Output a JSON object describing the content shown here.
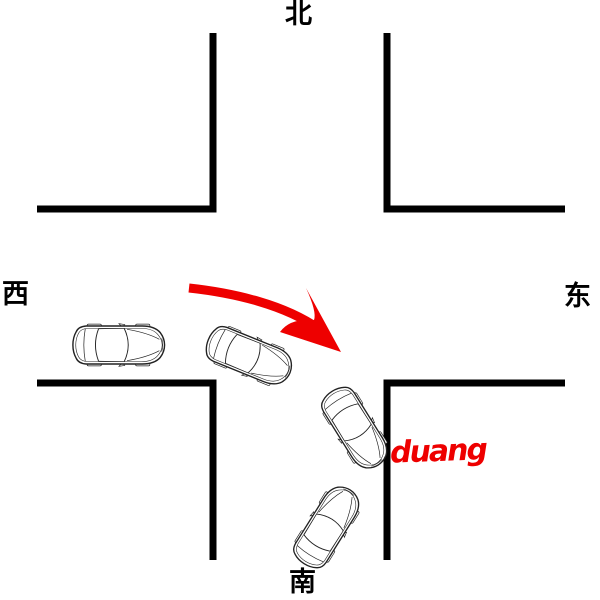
{
  "page": {
    "background": "#ffffff",
    "kind": "four-way intersection traffic diagram"
  },
  "compass": {
    "north": "北",
    "south": "南",
    "west": "西",
    "east": "东"
  },
  "annotation": {
    "sound_text": "duang",
    "sound_color": "#ee0000"
  },
  "arrow": {
    "color": "#ee0000",
    "meaning": "curved right-turn path from west road toward south road"
  },
  "roads": {
    "color": "#000000",
    "corners": [
      "north-west",
      "north-east",
      "south-west",
      "south-east"
    ]
  },
  "cars": [
    {
      "id": "car-1",
      "description": "car on west road heading east"
    },
    {
      "id": "car-2",
      "description": "car beginning right turn"
    },
    {
      "id": "car-3",
      "description": "car angled into south road at corner"
    },
    {
      "id": "car-4",
      "description": "car angled on south road"
    }
  ]
}
